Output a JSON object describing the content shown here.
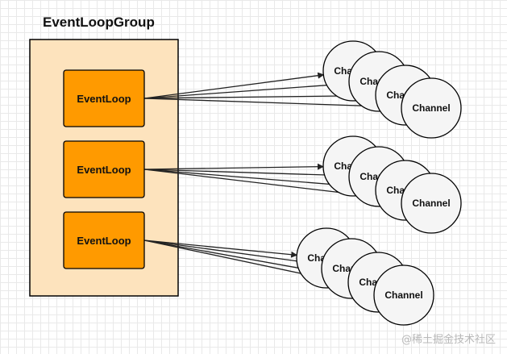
{
  "diagram": {
    "group_title": "EventLoopGroup",
    "event_loops": [
      {
        "label": "EventLoop",
        "channels": [
          "Channel",
          "Channel",
          "Channel",
          "Channel"
        ]
      },
      {
        "label": "EventLoop",
        "channels": [
          "Channel",
          "Channel",
          "Channel",
          "Channel"
        ]
      },
      {
        "label": "EventLoop",
        "channels": [
          "Channel",
          "Channel",
          "Channel",
          "Channel"
        ]
      }
    ]
  },
  "colors": {
    "group_fill": "#fde3bd",
    "group_stroke": "#000000",
    "loop_fill": "#ff9a00",
    "loop_stroke": "#000000",
    "channel_fill": "#f5f5f5",
    "channel_stroke": "#000000",
    "arrow": "#222222"
  },
  "watermark": "@稀土掘金技术社区"
}
